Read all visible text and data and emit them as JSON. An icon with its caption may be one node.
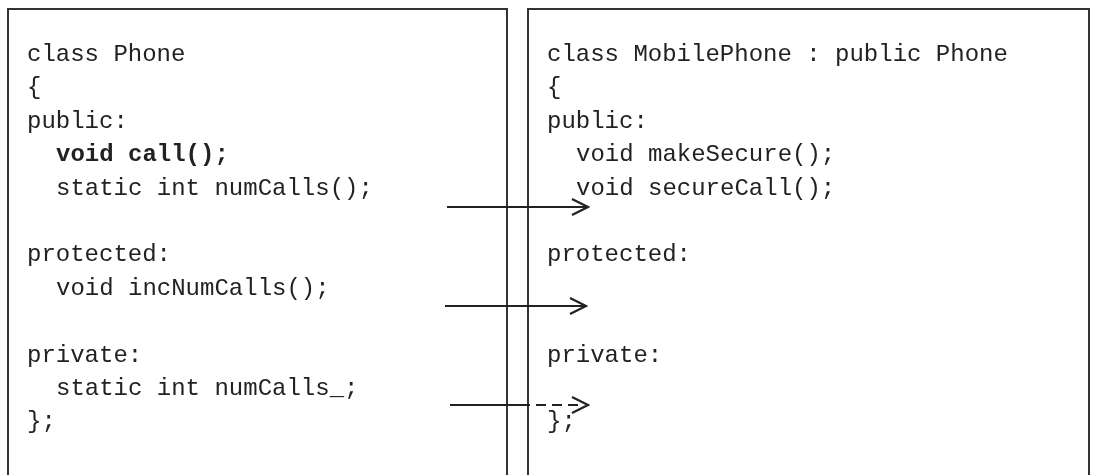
{
  "diagram": {
    "nodes": [
      {
        "text": [
          "class Phone",
          "{",
          "public:",
          "**void call();**",
          "static int numCalls();",
          "protected:",
          "void incNumCalls();",
          "private:",
          "static int numCalls_;",
          "};"
        ]
      },
      {
        "text": [
          "class MobilePhone : public Phone",
          "{",
          "public:",
          "void makeSecure();",
          "void secureCall();",
          "protected:",
          "private:",
          "};"
        ]
      }
    ],
    "edges": [
      {
        "from": 0,
        "to": 1,
        "arrow": "to"
      },
      {
        "from": 0,
        "to": 1,
        "arrow": "to"
      },
      {
        "from": 0,
        "to": 1,
        "arrow": "to",
        "style": "dashed"
      }
    ]
  }
}
